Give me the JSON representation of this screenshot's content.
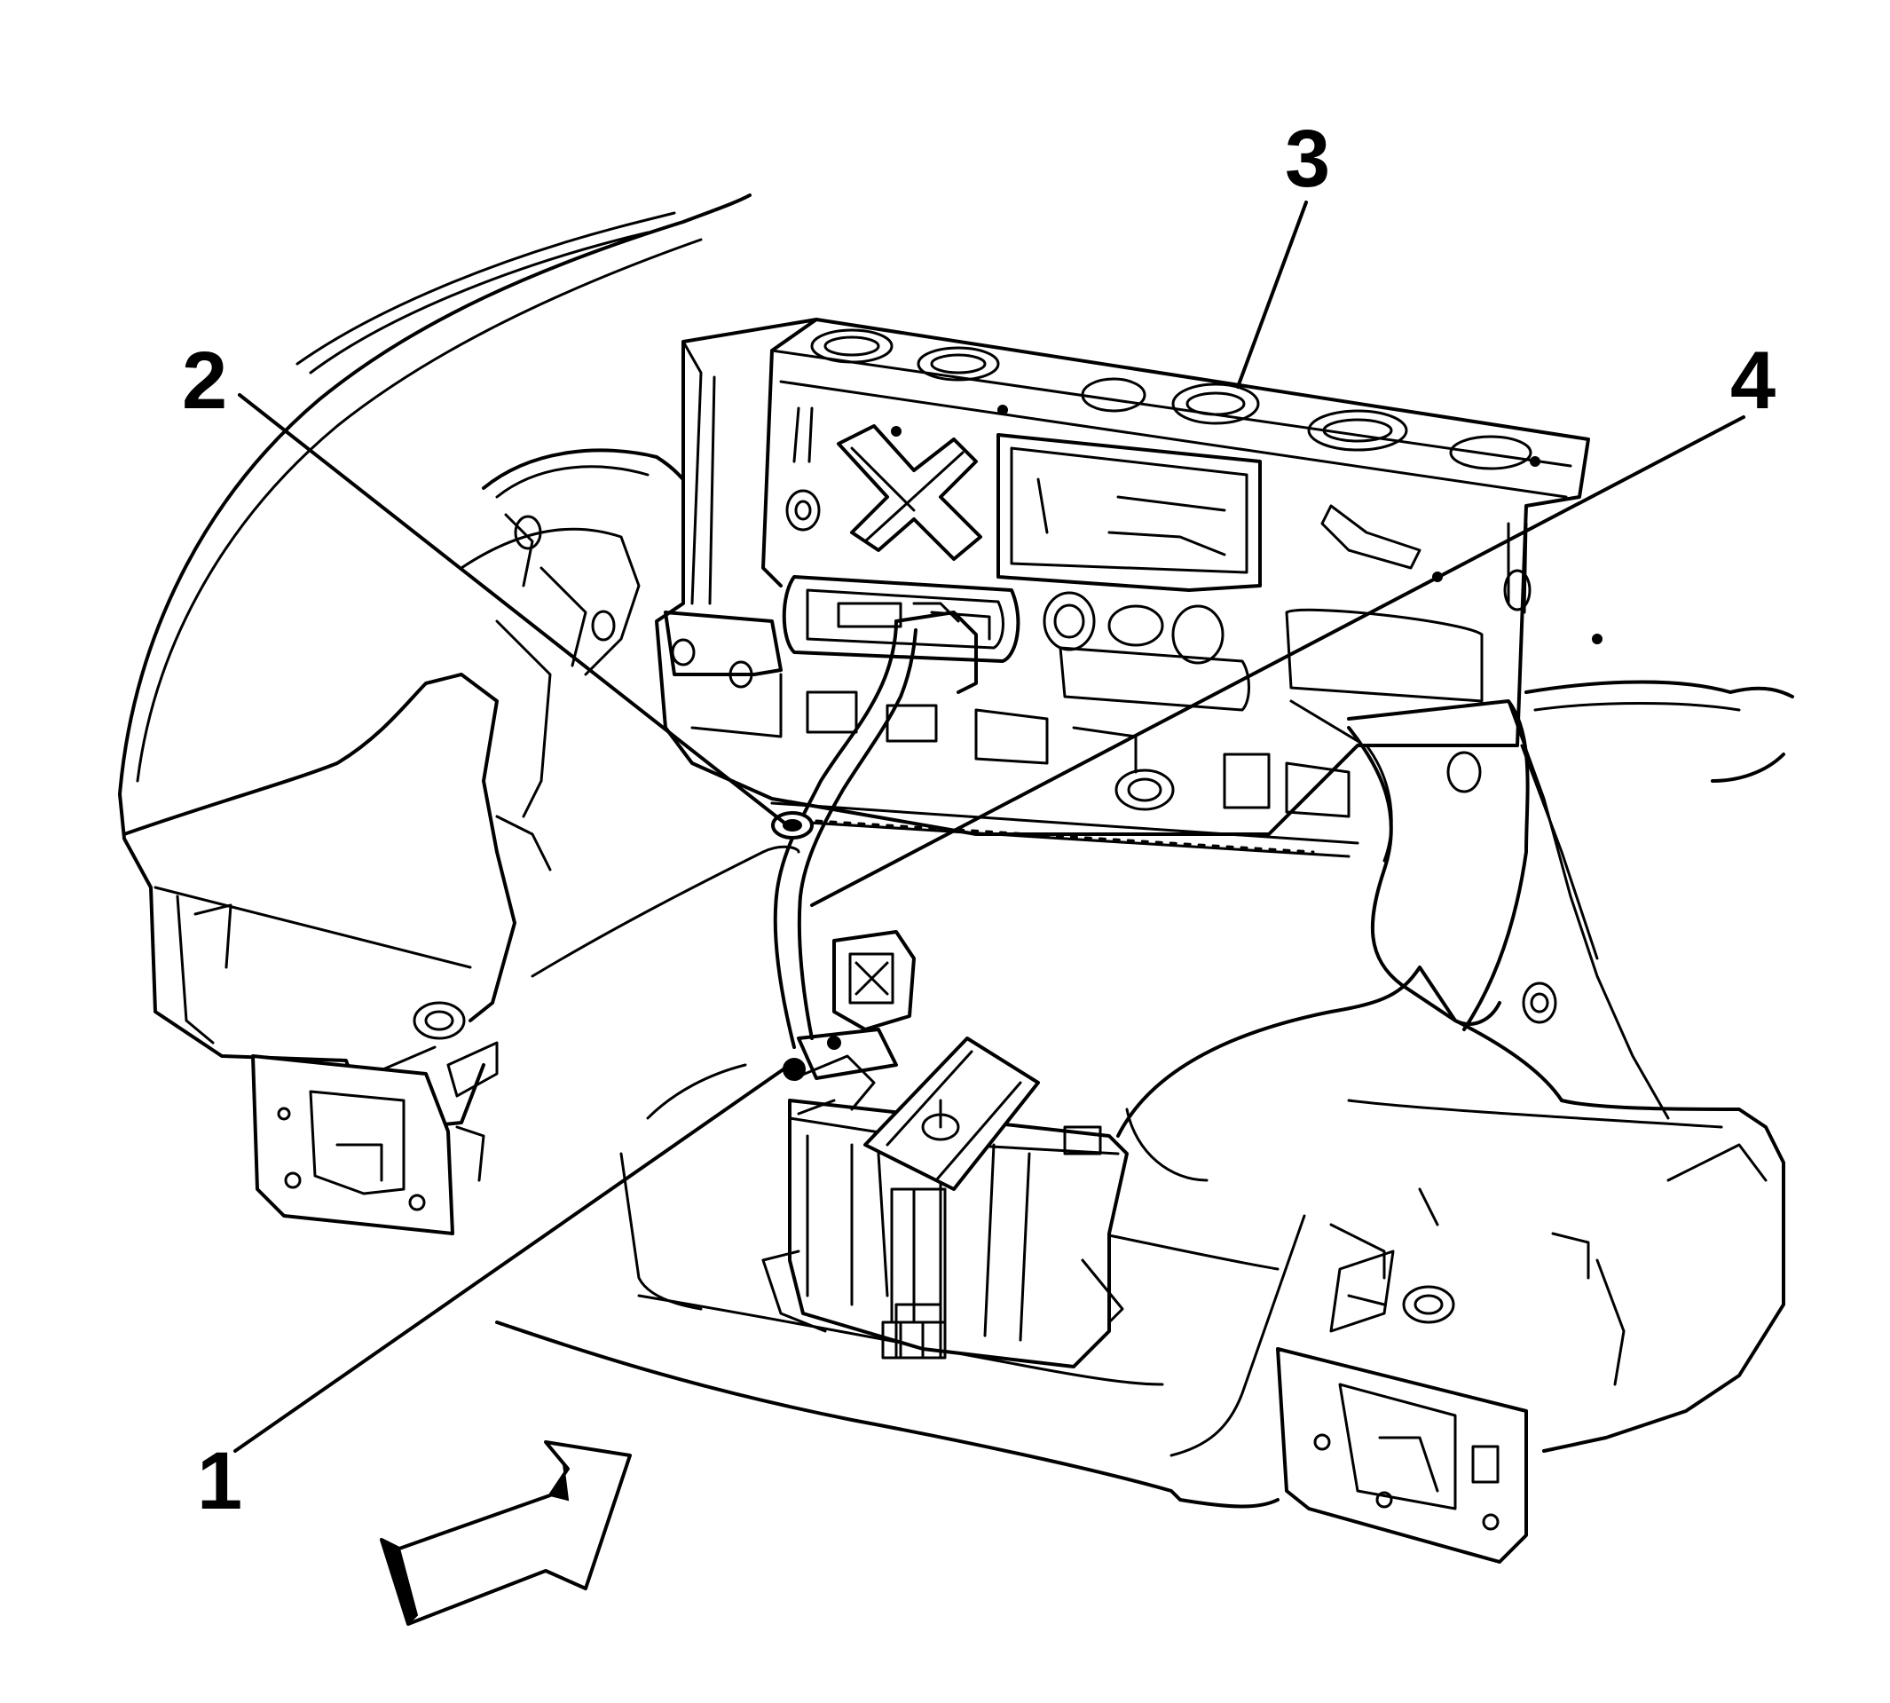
{
  "callouts": [
    {
      "id": "1",
      "label": "1"
    },
    {
      "id": "2",
      "label": "2"
    },
    {
      "id": "3",
      "label": "3"
    },
    {
      "id": "4",
      "label": "4"
    }
  ],
  "colors": {
    "line": "#000000",
    "background": "#ffffff"
  },
  "icons": {
    "direction_arrow": "view-direction-arrow-icon"
  }
}
